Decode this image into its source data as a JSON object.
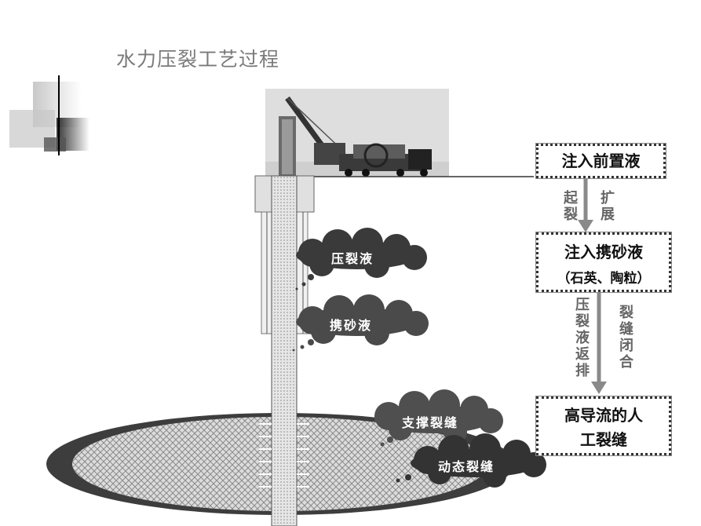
{
  "title": "水力压裂工艺过程",
  "flow": {
    "step1": "注入前置液",
    "arrow1_left": "起裂",
    "arrow1_right": "扩展",
    "step2_line1": "注入携砂液",
    "step2_line2": "（石英、陶粒）",
    "arrow2_left": "压裂液返排",
    "arrow2_right": "裂缝闭合",
    "step3_line1": "高导流的人",
    "step3_line2": "工裂缝"
  },
  "clouds": {
    "fracturing_fluid": "压裂液",
    "sand_fluid": "携砂液",
    "propped_fracture": "支撑裂缝",
    "dynamic_fracture": "动态裂缝"
  }
}
